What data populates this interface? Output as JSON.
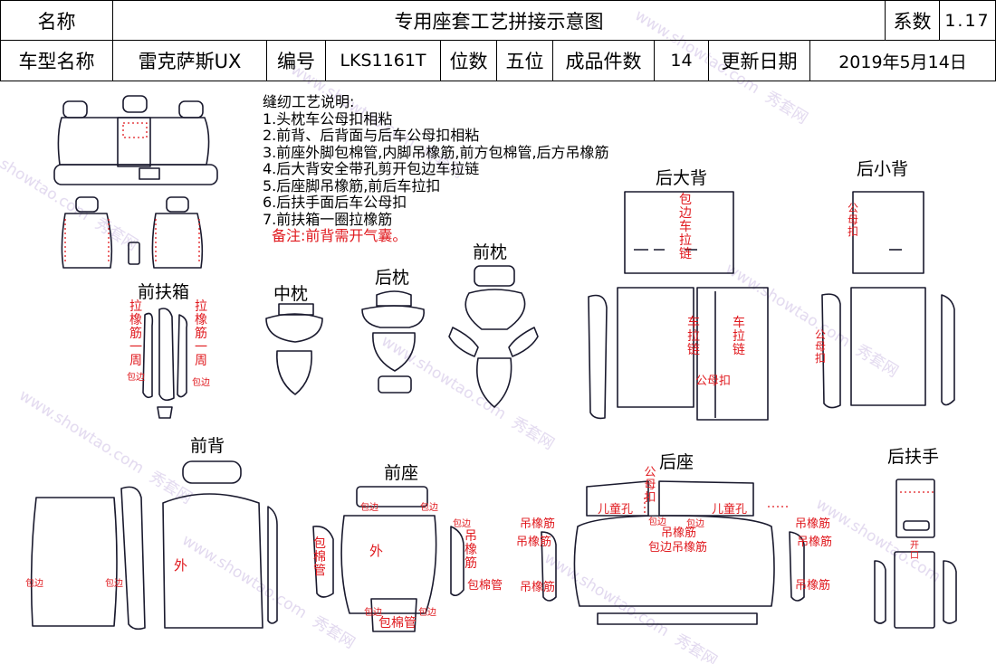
{
  "header": {
    "name_label": "名称",
    "title": "专用座套工艺拼接示意图",
    "coef_label": "系数",
    "coef_value": "1.17",
    "model_label": "车型名称",
    "model_value": "雷克萨斯UX",
    "code_label": "编号",
    "code_value": "LKS1161T",
    "seats_label": "位数",
    "seats_value": "五位",
    "pieces_label": "成品件数",
    "pieces_value": "14",
    "date_label": "更新日期",
    "date_value": "2019年5月14日"
  },
  "notes": {
    "title": "缝纫工艺说明:",
    "items": [
      "1.头枕车公母扣相粘",
      "2.前背、后背面与后车公母扣相粘",
      "3.前座外脚包棉管,内脚吊橡筋,前方包棉管,后方吊橡筋",
      "4.后大背安全带孔剪开包边车拉链",
      "5.后座脚吊橡筋,前后车拉扣",
      "6.后扶手面后车公母扣",
      "7.前扶箱一圈拉橡筋"
    ],
    "remark": "备注:前背需开气囊。"
  },
  "sections": {
    "front_armbox": "前扶箱",
    "mid_headrest": "中枕",
    "rear_headrest": "后枕",
    "front_headrest": "前枕",
    "rear_big_back": "后大背",
    "rear_small_back": "后小背",
    "front_back": "前背",
    "front_seat": "前座",
    "rear_seat": "后座",
    "rear_armrest": "后扶手"
  },
  "annotations": {
    "pull_elastic_loop": "拉橡筋一周",
    "bind_edge": "包边",
    "bind_edge_zip": "包边车拉链",
    "zipper": "车拉链",
    "snap": "公母扣",
    "snap_v": "公母扣",
    "outer": "外",
    "foam_tube": "包棉管",
    "foam_tube_v": "包棉管",
    "hang_elastic": "吊橡筋",
    "child_hole": "儿童孔",
    "bind_hang_elastic": "包边吊橡筋",
    "open": "开口"
  },
  "watermark": {
    "cn": "秀套网",
    "en": "www.showtao.com"
  },
  "colors": {
    "outline": "#1a1a2e",
    "annotation_red": "#e0191e",
    "watermark": "#d6c8e8"
  }
}
